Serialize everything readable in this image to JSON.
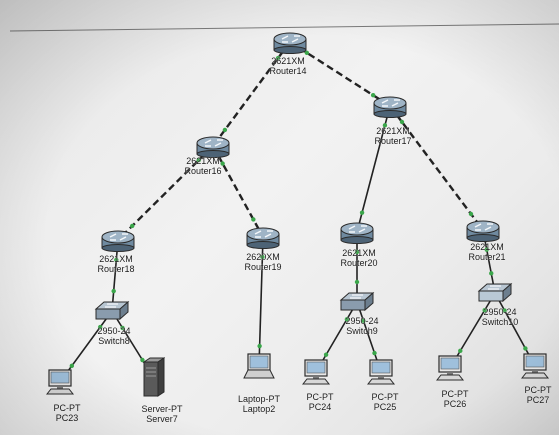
{
  "devices": [
    {
      "id": "router14",
      "kind": "router",
      "model": "2621XM",
      "name": "Router14"
    },
    {
      "id": "router16",
      "kind": "router",
      "model": "2621XM",
      "name": "Router16"
    },
    {
      "id": "router17",
      "kind": "router",
      "model": "2621XM",
      "name": "Router17"
    },
    {
      "id": "router18",
      "kind": "router",
      "model": "2621XM",
      "name": "Router18"
    },
    {
      "id": "router19",
      "kind": "router",
      "model": "2620XM",
      "name": "Router19"
    },
    {
      "id": "router20",
      "kind": "router",
      "model": "2621XM",
      "name": "Router20"
    },
    {
      "id": "router21",
      "kind": "router",
      "model": "2621XM",
      "name": "Router21"
    },
    {
      "id": "switch8",
      "kind": "switch",
      "model": "2950-24",
      "name": "Switch8"
    },
    {
      "id": "switch9",
      "kind": "switch",
      "model": "2950-24",
      "name": "Switch9"
    },
    {
      "id": "switch10",
      "kind": "switch",
      "model": "2950-24",
      "name": "Switch10"
    },
    {
      "id": "pc23",
      "kind": "pc",
      "model": "PC-PT",
      "name": "PC23"
    },
    {
      "id": "server7",
      "kind": "server",
      "model": "Server-PT",
      "name": "Server7"
    },
    {
      "id": "laptop2",
      "kind": "laptop",
      "model": "Laptop-PT",
      "name": "Laptop2"
    },
    {
      "id": "pc24",
      "kind": "pc",
      "model": "PC-PT",
      "name": "PC24"
    },
    {
      "id": "pc25",
      "kind": "pc",
      "model": "PC-PT",
      "name": "PC25"
    },
    {
      "id": "pc26",
      "kind": "pc",
      "model": "PC-PT",
      "name": "PC26"
    },
    {
      "id": "pc27",
      "kind": "pc",
      "model": "PC-PT",
      "name": "PC27"
    }
  ],
  "links": [
    {
      "from": "router14",
      "to": "router16",
      "type": "serial"
    },
    {
      "from": "router14",
      "to": "router17",
      "type": "serial"
    },
    {
      "from": "router16",
      "to": "router18",
      "type": "serial"
    },
    {
      "from": "router16",
      "to": "router19",
      "type": "serial"
    },
    {
      "from": "router17",
      "to": "router20",
      "type": "ethernet"
    },
    {
      "from": "router17",
      "to": "router21",
      "type": "serial"
    },
    {
      "from": "router18",
      "to": "switch8",
      "type": "ethernet"
    },
    {
      "from": "router19",
      "to": "laptop2",
      "type": "ethernet"
    },
    {
      "from": "router20",
      "to": "switch9",
      "type": "ethernet"
    },
    {
      "from": "router21",
      "to": "switch10",
      "type": "ethernet"
    },
    {
      "from": "switch8",
      "to": "pc23",
      "type": "ethernet"
    },
    {
      "from": "switch8",
      "to": "server7",
      "type": "ethernet"
    },
    {
      "from": "switch9",
      "to": "pc24",
      "type": "ethernet"
    },
    {
      "from": "switch9",
      "to": "pc25",
      "type": "ethernet"
    },
    {
      "from": "switch10",
      "to": "pc26",
      "type": "ethernet"
    },
    {
      "from": "switch10",
      "to": "pc27",
      "type": "ethernet"
    }
  ],
  "colors": {
    "link": "#222222",
    "link_end_dot": "#3aa64a",
    "router_body": "#6f8aa0",
    "switch_body": "#8a9cad",
    "switch10_body": "#b9c9d6",
    "device_frame": "#2b2b2b",
    "screen": "#9fc0dc"
  }
}
